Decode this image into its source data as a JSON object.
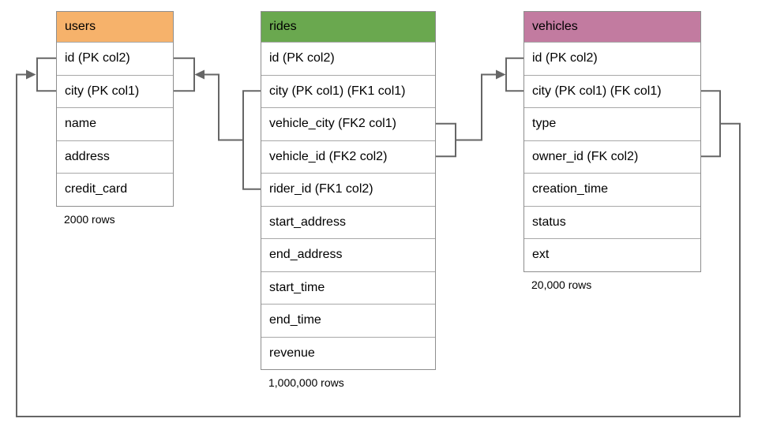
{
  "diagram": {
    "background_color": "#ffffff",
    "connector_color": "#666666",
    "table_border_color": "#8e8e8e",
    "tables": [
      {
        "name": "users",
        "header_color": "#f6b26b",
        "columns": [
          "id (PK col2)",
          "city (PK col1)",
          "name",
          "address",
          "credit_card"
        ],
        "row_count": "2000 rows"
      },
      {
        "name": "rides",
        "header_color": "#6aa84f",
        "columns": [
          "id (PK col2)",
          "city (PK col1) (FK1 col1)",
          "vehicle_city (FK2 col1)",
          "vehicle_id (FK2 col2)",
          "rider_id (FK1 col2)",
          "start_address",
          "end_address",
          "start_time",
          "end_time",
          "revenue"
        ],
        "row_count": "1,000,000 rows"
      },
      {
        "name": "vehicles",
        "header_color": "#c27ba0",
        "columns": [
          "id (PK col2)",
          "city (PK col1) (FK col1)",
          "type",
          "owner_id (FK col2)",
          "creation_time",
          "status",
          "ext"
        ],
        "row_count": "20,000 rows"
      }
    ],
    "relationships": [
      {
        "from_table": "rides",
        "from_columns": [
          "city (FK1 col1)",
          "rider_id (FK1 col2)"
        ],
        "to_table": "users",
        "to_columns": [
          "id (PK col2)",
          "city (PK col1)"
        ]
      },
      {
        "from_table": "rides",
        "from_columns": [
          "vehicle_city (FK2 col1)",
          "vehicle_id (FK2 col2)"
        ],
        "to_table": "vehicles",
        "to_columns": [
          "id (PK col2)",
          "city (PK col1)"
        ]
      },
      {
        "from_table": "vehicles",
        "from_columns": [
          "city (FK col1)",
          "owner_id (FK col2)"
        ],
        "to_table": "users",
        "to_columns": [
          "id (PK col2)",
          "city (PK col1)"
        ]
      }
    ]
  }
}
